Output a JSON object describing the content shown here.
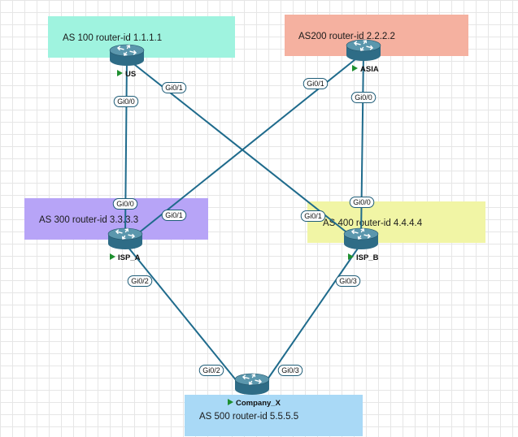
{
  "areas": [
    {
      "id": "as100",
      "label": "AS 100 router-id 1.1.1.1",
      "color": "#9ff3df"
    },
    {
      "id": "as200",
      "label": "AS200 router-id 2.2.2.2",
      "color": "#f5b1a0"
    },
    {
      "id": "as300",
      "label": "AS 300 router-id 3.3.3.3",
      "color": "#b7a4f7"
    },
    {
      "id": "as400",
      "label": "AS 400 router-id 4.4.4.4",
      "color": "#f1f5a5"
    },
    {
      "id": "as500",
      "label": "AS 500 router-id 5.5.5.5",
      "color": "#a9d9f6"
    }
  ],
  "devices": [
    {
      "id": "us",
      "label": "US"
    },
    {
      "id": "asia",
      "label": "ASIA"
    },
    {
      "id": "ispa",
      "label": "ISP_A"
    },
    {
      "id": "ispb",
      "label": "ISP_B"
    },
    {
      "id": "cx",
      "label": "Company_X"
    }
  ],
  "links": [
    {
      "id": "us-ispa",
      "a_if": "Gi0/0",
      "b_if": "Gi0/0"
    },
    {
      "id": "us-ispb",
      "a_if": "Gi0/1",
      "b_if": "Gi0/1"
    },
    {
      "id": "asia-ispa",
      "a_if": "Gi0/1",
      "b_if": "Gi0/1"
    },
    {
      "id": "asia-ispb",
      "a_if": "Gi0/0",
      "b_if": "Gi0/0"
    },
    {
      "id": "ispa-cx",
      "a_if": "Gi0/2",
      "b_if": "Gi0/2"
    },
    {
      "id": "ispb-cx",
      "a_if": "Gi0/3",
      "b_if": "Gi0/3"
    }
  ],
  "colors": {
    "link": "#1f6b8c",
    "router_body": "#2e6c86",
    "router_top": "#5b97ad",
    "status_green": "#1e8f2f"
  },
  "icons": {
    "device": "router-icon",
    "status": "play-icon"
  }
}
